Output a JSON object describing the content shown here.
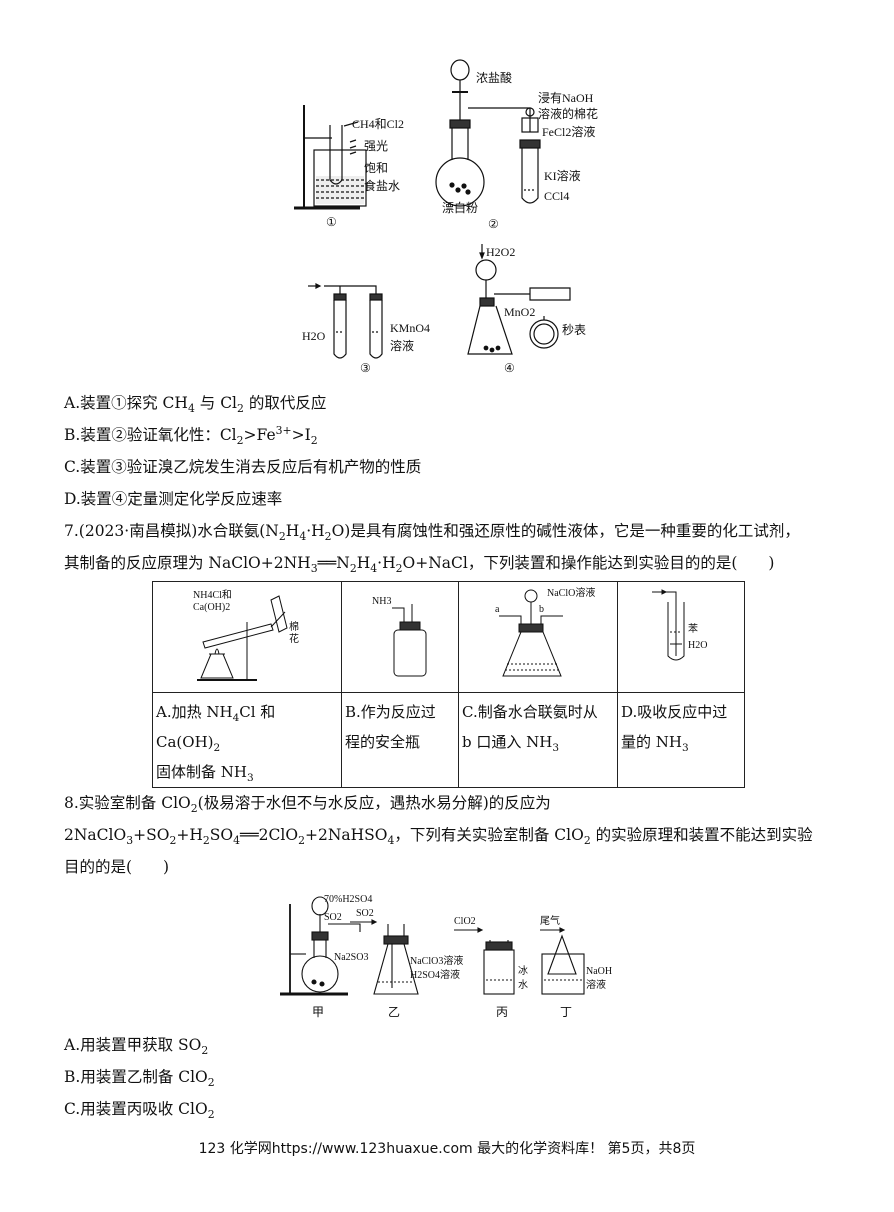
{
  "figure_top": {
    "d1": {
      "label_gas": "CH4和Cl2",
      "label_light": "强光",
      "label_brine_1": "饱和",
      "label_brine_2": "食盐水",
      "caption": "①"
    },
    "d2": {
      "label_acid": "浓盐酸",
      "label_cotton_1": "浸有NaOH",
      "label_cotton_2": "溶液的棉花",
      "label_fecl2": "FeCl2溶液",
      "label_ki": "KI溶液",
      "label_ccl4": "CCl4",
      "label_powder": "漂白粉",
      "caption": "②"
    },
    "d3": {
      "label_water": "H2O",
      "label_kmno4": "KMnO4",
      "label_soln": "溶液",
      "caption": "③"
    },
    "d4": {
      "label_h2o2": "H2O2",
      "label_mno2": "MnO2",
      "label_timer": "秒表",
      "caption": "④"
    }
  },
  "q6_options": {
    "A": {
      "pre": "A.装置①探究 CH",
      "s1": "4",
      "mid": " 与 Cl",
      "s2": "2",
      "post": " 的取代反应"
    },
    "B": {
      "pre": "B.装置②验证氧化性：Cl",
      "s1": "2",
      "mid": ">Fe",
      "sup": "3+",
      "mid2": ">I",
      "s2": "2"
    },
    "C": {
      "text": "C.装置③验证溴乙烷发生消去反应后有机产物的性质"
    },
    "D": {
      "text": "D.装置④定量测定化学反应速率"
    }
  },
  "q7": {
    "line1_pre": "7.(2023·南昌模拟)水合联氨(N",
    "s1": "2",
    "m1": "H",
    "s2": "4",
    "m2": "·H",
    "s3": "2",
    "line1_post": "O)是具有腐蚀性和强还原性的碱性液体，它是一种重要的化工试剂，",
    "line2_pre": "其制备的反应原理为 NaClO+2NH",
    "s4": "3",
    "arrow": "══",
    "m3": "N",
    "s5": "2",
    "m4": "H",
    "s6": "4",
    "line2_post": "·H",
    "s7": "2",
    "line2_end": "O+NaCl，下列装置和操作能达到实验目的的是(　　)",
    "fig_a": {
      "label_1": "NH4Cl和",
      "label_2": "Ca(OH)2",
      "label_cotton_1": "棉",
      "label_cotton_2": "花"
    },
    "fig_b": {
      "label": "NH3"
    },
    "fig_c": {
      "label_a": "a",
      "label_b": "b",
      "label_naclo": "NaClO溶液"
    },
    "fig_d": {
      "label_benzene": "苯",
      "label_water": "H2O"
    },
    "cells": [
      {
        "l1": "A.加热 NH",
        "s1": "4",
        "l1b": "Cl 和 Ca(OH)",
        "s2": "2",
        "l2": "固体制备 NH",
        "s3": "3"
      },
      {
        "l1": "B.作为反应过",
        "l2": "程的安全瓶"
      },
      {
        "l1": "C.制备水合联氨时从",
        "l2": "b 口通入 NH",
        "s3": "3"
      },
      {
        "l1": "D.吸收反应中过",
        "l2": "量的 NH",
        "s3": "3"
      }
    ]
  },
  "q8": {
    "line1_pre": "8.实验室制备 ClO",
    "s1": "2",
    "line1_post": "(极易溶于水但不与水反应，遇热水易分解)的反应为",
    "line2_a": "2NaClO",
    "s2": "3",
    "line2_b": "+SO",
    "s3": "2",
    "line2_c": "+H",
    "s4": "2",
    "line2_d": "SO",
    "s5": "4",
    "arrow": "══",
    "line2_e": "2ClO",
    "s6": "2",
    "line2_f": "+2NaHSO",
    "s7": "4",
    "line2_g": "，下列有关实验室制备 ClO",
    "s8": "2",
    "line2_h": " 的实验原理和装置不能达到实验",
    "line3": "目的的是(　　)",
    "fig": {
      "label_acid": "70%H2SO4",
      "label_so2_a": "SO2",
      "label_so2_b": "SO2",
      "label_na2so3": "Na2SO3",
      "label_naclo3": "NaClO3溶液",
      "label_h2so4": "H2SO4溶液",
      "label_clo2": "ClO2",
      "label_ice_1": "冰",
      "label_ice_2": "水",
      "label_tail": "尾气",
      "label_naoh_1": "NaOH",
      "label_naoh_2": "溶液",
      "cap_1": "甲",
      "cap_2": "乙",
      "cap_3": "丙",
      "cap_4": "丁"
    },
    "options": {
      "A": {
        "pre": "A.用装置甲获取 SO",
        "s": "2"
      },
      "B": {
        "pre": "B.用装置乙制备 ClO",
        "s": "2"
      },
      "C": {
        "pre": "C.用装置丙吸收 ClO",
        "s": "2"
      }
    }
  },
  "footer": "123 化学网https://www.123huaxue.com 最大的化学资料库！ 第5页，共8页"
}
